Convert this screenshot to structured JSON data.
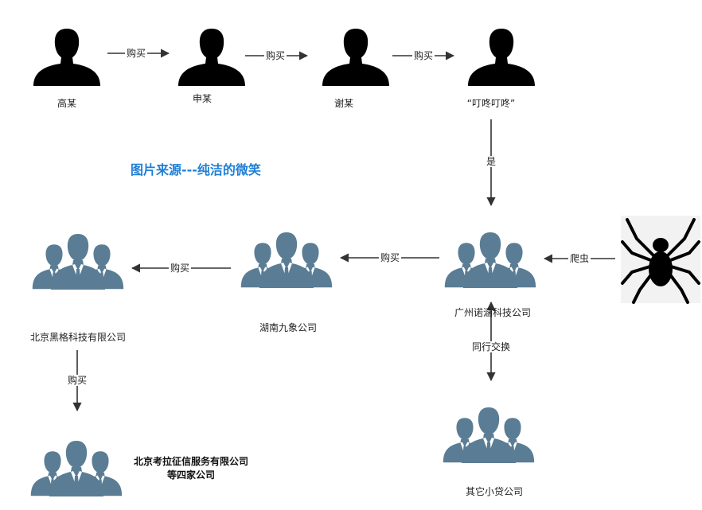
{
  "colors": {
    "silhouette": "#000000",
    "company": "#5a7d95",
    "arrow": "#333333",
    "watermark": "#1f7fd6"
  },
  "icons": {
    "person": "person-silhouette-icon",
    "group": "business-group-icon",
    "spider": "spider-icon"
  },
  "people": {
    "gao": "高某",
    "shen": "申某",
    "xie": "谢某",
    "dingdong": "“叮咚叮咚”"
  },
  "companies": {
    "guangzhou": "广州诺涵科技公司",
    "hunan": "湖南九象公司",
    "beijing_heige": "北京黑格科技有限公司",
    "beijing_kaola_line1": "北京考拉征信服务有限公司",
    "beijing_kaola_line2": "等四家公司",
    "other_loans": "其它小贷公司"
  },
  "edges": {
    "buy": "购买",
    "is": "是",
    "crawler": "爬虫",
    "peer_exchange": "同行交换"
  },
  "watermark": "图片来源---纯洁的微笑"
}
